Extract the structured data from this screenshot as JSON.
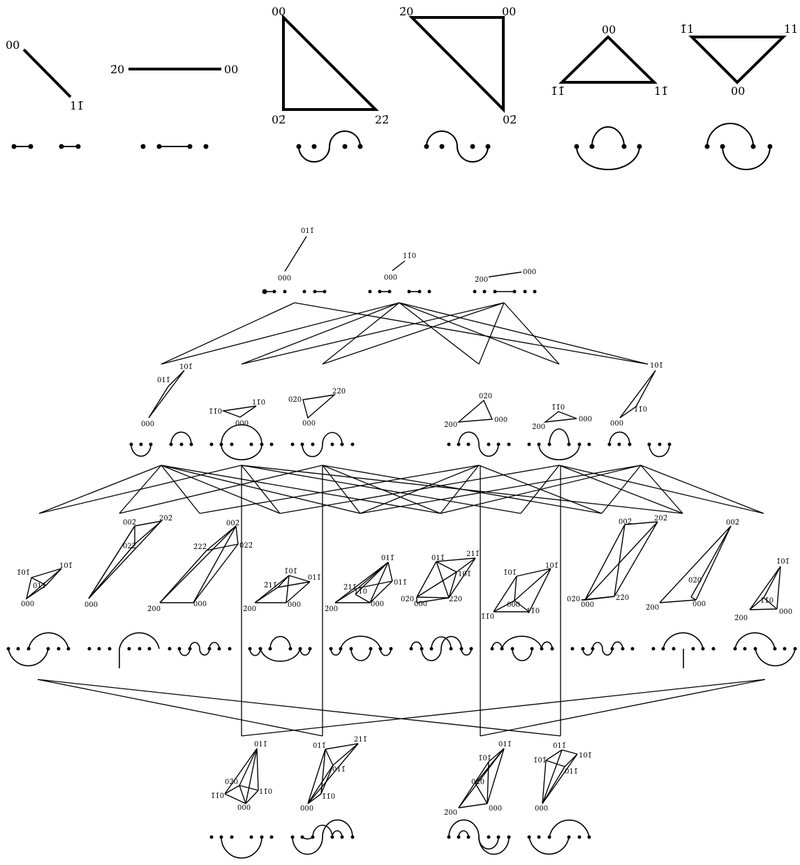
{
  "top_row": [
    {
      "labels": [
        "00",
        "11̄"
      ]
    },
    {
      "labels": [
        "2̄0",
        "00"
      ]
    },
    {
      "labels": [
        "00",
        "02̄",
        "22̄"
      ]
    },
    {
      "labels": [
        "2̄0",
        "00",
        "02̄"
      ]
    },
    {
      "labels": [
        "00",
        "1̄1̄",
        "11̄"
      ]
    },
    {
      "labels": [
        "1̄1",
        "11",
        "00"
      ]
    }
  ],
  "level1": [
    {
      "labels": [
        "011̄",
        "000"
      ]
    },
    {
      "labels": [
        "11̄0",
        "000"
      ]
    },
    {
      "labels": [
        "2̄00",
        "000"
      ]
    }
  ],
  "level2": [
    {
      "labels": [
        "101̄",
        "011̄",
        "000"
      ]
    },
    {
      "labels": [
        "1̄1̄0",
        "11̄0",
        "000"
      ]
    },
    {
      "labels": [
        "02̄0",
        "22̄0",
        "000"
      ]
    },
    {
      "labels": [
        "02̄0",
        "2̄00",
        "000"
      ]
    },
    {
      "labels": [
        "1̄1̄0",
        "2̄00",
        "000"
      ]
    },
    {
      "labels": [
        "101̄",
        "000",
        "1̄1̄0"
      ]
    }
  ],
  "level3": [
    {
      "labels": [
        "1̄01̄",
        "101̄",
        "011̄",
        "000"
      ]
    },
    {
      "labels": [
        "002̄",
        "202̄",
        "022̄",
        "000"
      ]
    },
    {
      "labels": [
        "002̄",
        "2̄22̄",
        "022̄",
        "2̄00",
        "000"
      ]
    },
    {
      "labels": [
        "1̄01̄",
        "2̄11̄",
        "011̄",
        "2̄00",
        "000"
      ]
    },
    {
      "labels": [
        "011̄",
        "2̄11̄",
        "011̄",
        "1̄1̄0",
        "2̄00",
        "000"
      ]
    },
    {
      "labels": [
        "011̄",
        "211̄",
        "101̄",
        "02̄0",
        "22̄0",
        "000"
      ]
    },
    {
      "labels": [
        "1̄01̄",
        "101̄",
        "1̄1̄0",
        "11̄0",
        "000"
      ]
    },
    {
      "labels": [
        "002̄",
        "202̄",
        "02̄0",
        "22̄0",
        "000"
      ]
    },
    {
      "labels": [
        "002̄",
        "02̄0",
        "2̄00",
        "000"
      ]
    },
    {
      "labels": [
        "1̄01̄",
        "1̄1̄0",
        "2̄00",
        "000"
      ]
    }
  ],
  "level4": [
    {
      "labels": [
        "011̄",
        "02̄0",
        "1̄1̄0",
        "11̄0",
        "000"
      ]
    },
    {
      "labels": [
        "011̄",
        "211̄",
        "011̄",
        "1̄1̄0",
        "000"
      ]
    },
    {
      "labels": [
        "011̄",
        "1̄01̄",
        "02̄0",
        "2̄00",
        "000"
      ]
    },
    {
      "labels": [
        "011̄",
        "1̄01̄",
        "101̄",
        "011̄",
        "000"
      ]
    }
  ]
}
